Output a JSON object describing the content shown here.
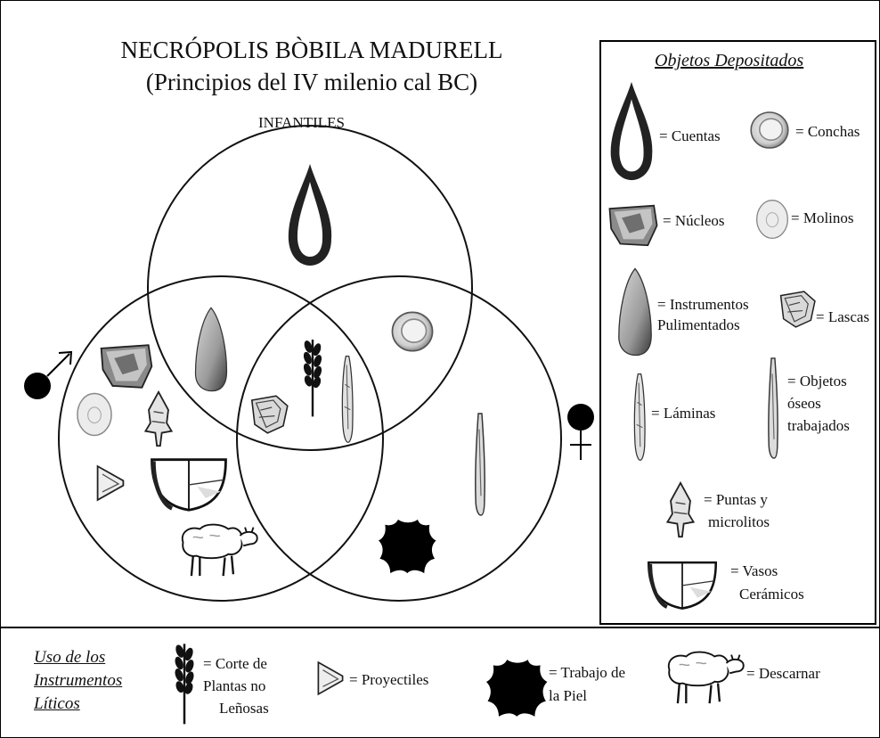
{
  "title": {
    "line1": "NECRÓPOLIS BÒBILA MADURELL",
    "line2": "(Principios del IV milenio cal BC)"
  },
  "circles": {
    "top_label": "INFANTILES"
  },
  "symbols": {
    "male": "male-symbol-icon",
    "female": "female-symbol-icon"
  },
  "legend": {
    "title": "Objetos Depositados",
    "items": {
      "cuentas": "= Cuentas",
      "conchas": "= Conchas",
      "nucleos": "= Núcleos",
      "molinos": "= Molinos",
      "instrumentos_1": "= Instrumentos",
      "instrumentos_2": "Pulimentados",
      "lascas": "= Lascas",
      "laminas": "= Láminas",
      "oseos_1": "= Objetos",
      "oseos_2": "óseos",
      "oseos_3": "trabajados",
      "puntas_1": "= Puntas y",
      "puntas_2": "microlitos",
      "vasos_1": "= Vasos",
      "vasos_2": "Cerámicos"
    }
  },
  "uso": {
    "title_1": "Uso de los",
    "title_2": "Instrumentos",
    "title_3": "Líticos",
    "corte_1": "= Corte de",
    "corte_2": "Plantas no",
    "corte_3": "Leñosas",
    "proyectiles": "= Proyectiles",
    "piel_1": "= Trabajo de",
    "piel_2": "la Piel",
    "descarnar": "= Descarnar"
  },
  "colors": {
    "ink": "#111111",
    "stone": "#b5b5b5",
    "stone_dark": "#6e6e6e",
    "shell": "#e4e4e4"
  }
}
